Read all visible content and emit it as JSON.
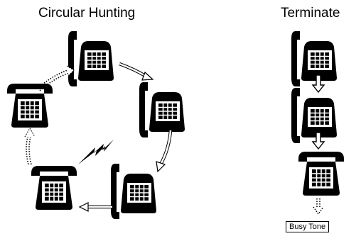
{
  "titles": {
    "circular": "Circular Hunting",
    "terminate": "Terminate"
  },
  "labels": {
    "busy_tone": "Busy Tone"
  }
}
